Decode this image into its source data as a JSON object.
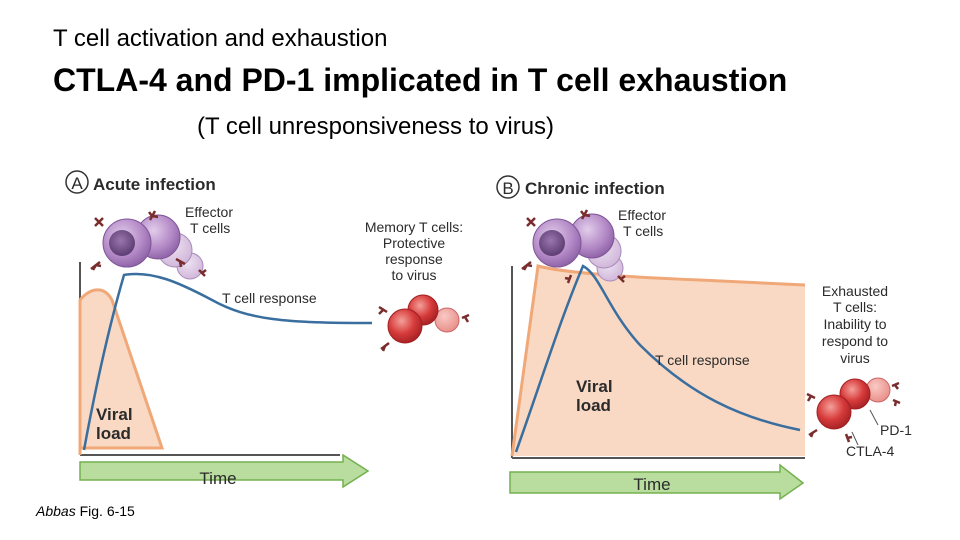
{
  "header": {
    "kicker": "T cell activation and exhaustion",
    "title": "CTLA-4 and PD-1 implicated in T cell exhaustion",
    "subtitle": "(T cell unresponsiveness to virus)"
  },
  "credit": {
    "author": "Abbas",
    "rest": " Fig. 6-15"
  },
  "panel_a": {
    "letter": "A",
    "title": "Acute infection",
    "effector_label": [
      "Effector",
      "T cells"
    ],
    "response_label": "T cell response",
    "memory_label": [
      "Memory T cells:",
      "Protective",
      "response",
      "to virus"
    ],
    "viral_label": [
      "Viral",
      "load"
    ],
    "time_label": "Time"
  },
  "panel_b": {
    "letter": "B",
    "title": "Chronic infection",
    "effector_label": [
      "Effector",
      "T cells"
    ],
    "response_label": "T cell response",
    "exhausted_label": [
      "Exhausted",
      "T cells:",
      "Inability to",
      "respond to",
      "virus"
    ],
    "viral_label": [
      "Viral",
      "load"
    ],
    "time_label": "Time",
    "pd1_label": "PD-1",
    "ctla4_label": "CTLA-4"
  },
  "colors": {
    "viral_fill": "#f9d9c4",
    "viral_stroke": "#f0a878",
    "response_line": "#3a6e9e",
    "arrow_fill": "#b8dd9e",
    "arrow_stroke": "#74b04e",
    "effector_cell": "#a77cbd",
    "memory_cell": "#d63a3a"
  }
}
